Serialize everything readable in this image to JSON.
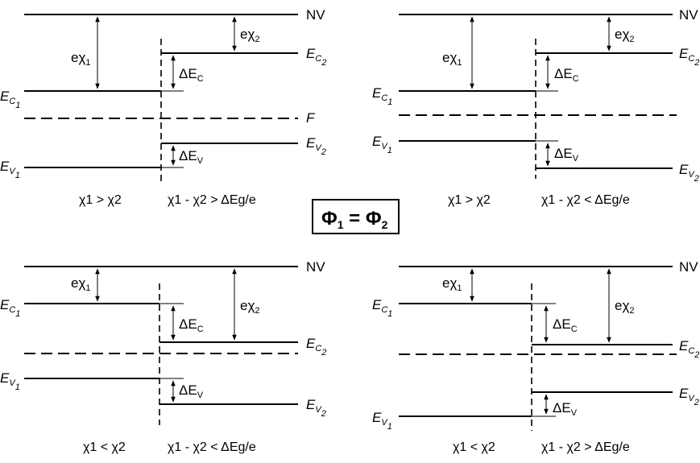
{
  "center_label": "Φ1 = Φ2",
  "center_label_main": "Φ",
  "center_label_sub1": "1",
  "center_label_eq": " = Φ",
  "center_label_sub2": "2",
  "labels": {
    "nv": "NV",
    "f": "F",
    "e_chi": "eχ",
    "delta_ec": "ΔE",
    "delta_ec_sub": "C",
    "delta_ev": "ΔE",
    "delta_ev_sub": "V",
    "ec": "E",
    "ec_sub_first": "C",
    "ev": "E",
    "ev_sub_first": "V",
    "one": "1",
    "two": "2"
  },
  "panels": [
    {
      "cap_left": "χ1 > χ2",
      "cap_right": "χ1 - χ2 > ΔEg/e"
    },
    {
      "cap_left": "χ1 > χ2",
      "cap_right": "χ1 - χ2 < ΔEg/e"
    },
    {
      "cap_left": "χ1 < χ2",
      "cap_right": "χ1 - χ2 < ΔEg/e"
    },
    {
      "cap_left": "χ1 < χ2",
      "cap_right": "χ1 - χ2 > ΔEg/e"
    }
  ]
}
